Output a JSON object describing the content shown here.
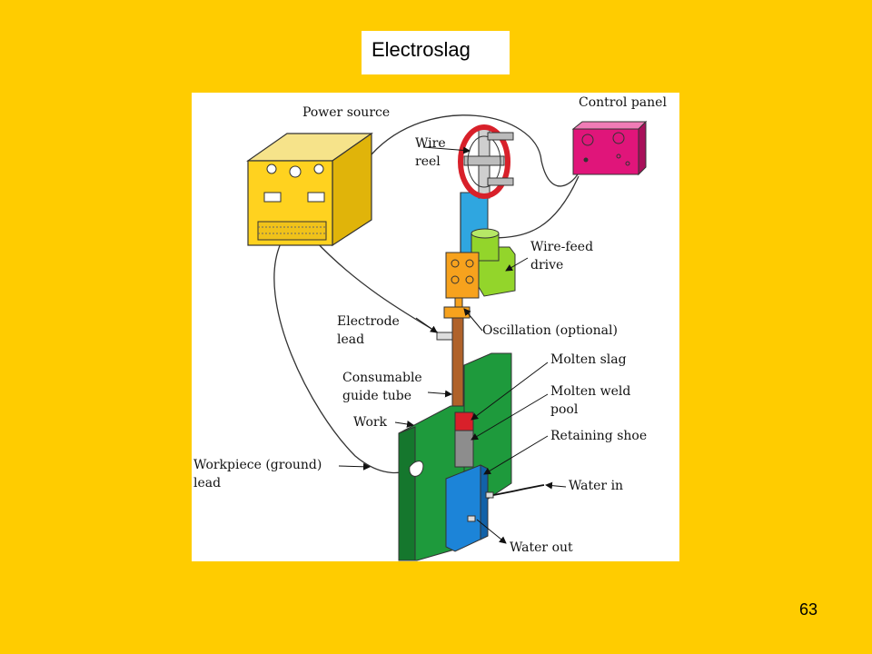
{
  "slide": {
    "title": "Electroslag",
    "page_number": "63"
  },
  "diagram": {
    "labels": {
      "power_source": "Power  source",
      "control_panel": "Control  panel",
      "wire": "Wire",
      "reel": "reel",
      "wire_feed": "Wire-feed",
      "drive": "drive",
      "electrode": "Electrode",
      "lead": "lead",
      "oscillation": "Oscillation  (optional)",
      "molten_slag": "Molten  slag",
      "consumable": "Consumable",
      "guide_tube": "guide  tube",
      "molten_weld": "Molten  weld",
      "pool": "pool",
      "work": "Work",
      "retaining_shoe": "Retaining  shoe",
      "workpiece_ground": "Workpiece  (ground)",
      "workpiece_lead": "lead",
      "water_in": "Water  in",
      "water_out": "Water  out"
    },
    "colors": {
      "power_source": "#FFD21F",
      "control_panel": "#E0157A",
      "wire_reel": "#D8202A",
      "support_column": "#2FA6E0",
      "wire_feed_drive": "#93D52B",
      "feed_block": "#F7A21D",
      "guide_tube": "#B0622A",
      "molten_slag": "#D8202A",
      "workpiece": "#1E9A3C",
      "retaining_shoe": "#1C84D8"
    }
  }
}
